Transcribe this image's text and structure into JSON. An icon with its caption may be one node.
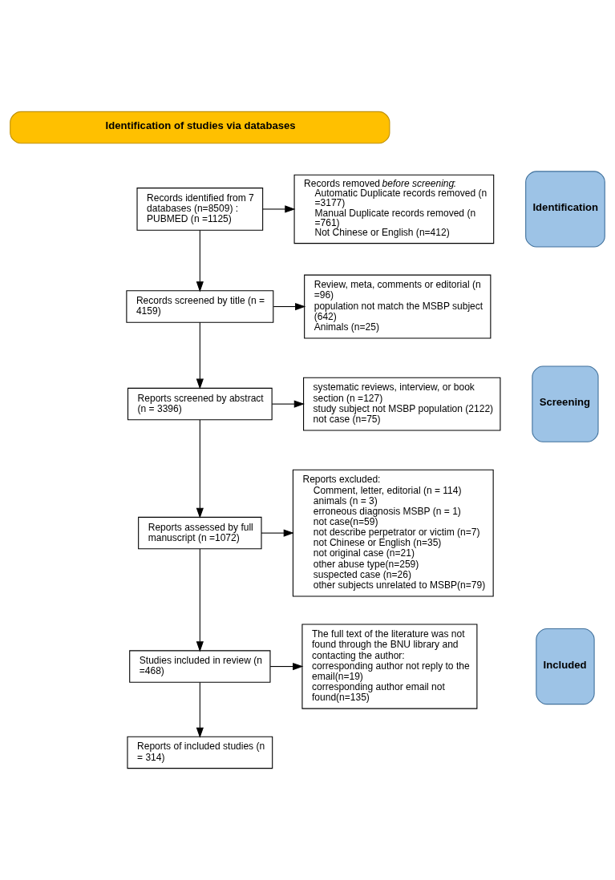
{
  "diagram": {
    "nodes": [
      {
        "text": [
          "Identification of studies via databases"
        ]
      },
      {
        "text": [
          "Identification"
        ]
      },
      {
        "text": [
          "Screening"
        ]
      },
      {
        "text": [
          "Included"
        ]
      },
      {
        "text": [
          "Records identified from 7 databases (n=8509) :",
          "PUBMED (n =1125)"
        ]
      },
      {
        "text": [
          "Records removed *before screening*:",
          "Automatic Duplicate records removed (n =3177)",
          "Manual Duplicate records removed (n =761)",
          "Not Chinese or English (n=412)"
        ]
      },
      {
        "text": [
          "Records screened by title (n = 4159)"
        ]
      },
      {
        "text": [
          "Review, meta, comments or editorial (n =96)",
          "population not match the MSBP subject (642)",
          "Animals (n=25)"
        ]
      },
      {
        "text": [
          "Reports screened by abstract (n = 3396)"
        ]
      },
      {
        "text": [
          "systematic reviews, interview, or book section (n =127)",
          "study subject not MSBP population (2122)",
          "not case (n=75)"
        ]
      },
      {
        "text": [
          "Reports assessed by full manuscript (n =1072)"
        ]
      },
      {
        "text": [
          "Reports excluded:",
          "Comment, letter, editorial (n = 114)",
          "animals (n = 3)",
          "erroneous diagnosis MSBP (n = 1)",
          "not case(n=59)",
          "not describe perpetrator or victim (n=7)",
          "not Chinese or English (n=35)",
          "not original case (n=21)",
          "other abuse type(n=259)",
          "suspected case (n=26)",
          "other subjects unrelated to MSBP(n=79)"
        ]
      },
      {
        "text": [
          "Studies included in review (n =468)"
        ]
      },
      {
        "text": [
          "The full text of the literature was not found through the BNU library and contacting the author:",
          "corresponding author not reply to the email(n=19)",
          "corresponding author email not found(n=135)"
        ]
      },
      {
        "text": [
          "Reports of included studies (n = 314)"
        ]
      }
    ],
    "edges": [
      {
        "from": 4,
        "to": 5,
        "arrow": "to"
      },
      {
        "from": 4,
        "to": 6,
        "arrow": "to"
      },
      {
        "from": 6,
        "to": 7,
        "arrow": "to"
      },
      {
        "from": 6,
        "to": 8,
        "arrow": "to"
      },
      {
        "from": 8,
        "to": 9,
        "arrow": "to"
      },
      {
        "from": 8,
        "to": 10,
        "arrow": "to"
      },
      {
        "from": 10,
        "to": 11,
        "arrow": "to"
      },
      {
        "from": 10,
        "to": 12,
        "arrow": "to"
      },
      {
        "from": 12,
        "to": 13,
        "arrow": "to"
      },
      {
        "from": 12,
        "to": 14,
        "arrow": "to"
      }
    ]
  }
}
